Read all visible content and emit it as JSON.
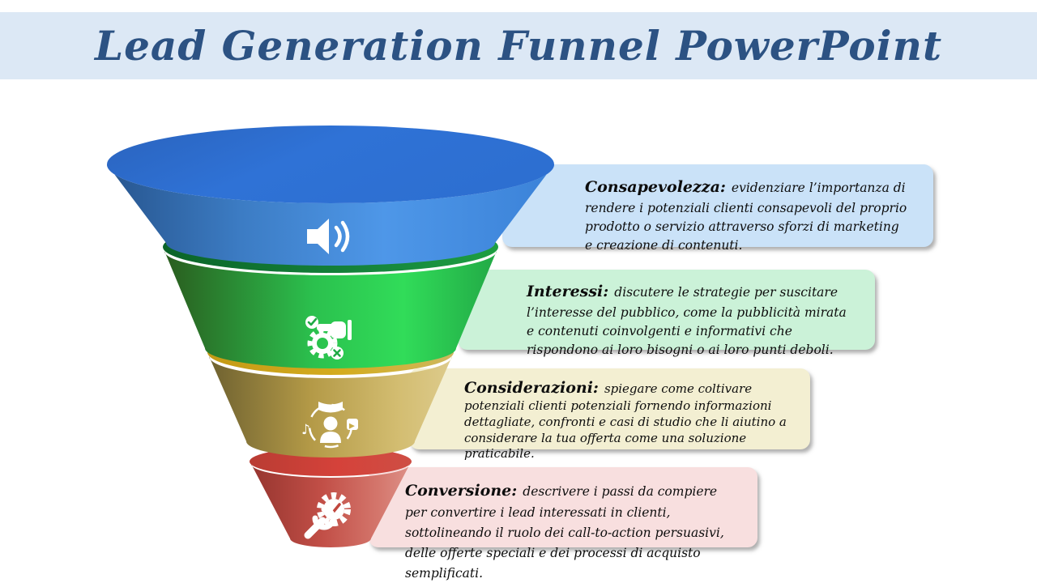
{
  "slide": {
    "title": "Lead Generation Funnel PowerPoint",
    "title_color": "#2c5283",
    "banner_bg": "#dce8f5",
    "background": "#ffffff"
  },
  "funnel": {
    "stages": [
      {
        "name": "awareness",
        "icon": "speaker-icon",
        "main_color": "#3c7cc4",
        "dark_color": "#28568f",
        "light_color": "#4e9ae8"
      },
      {
        "name": "interest",
        "icon": "hand-gear-check-icon",
        "main_color": "#2bbf4d",
        "dark_color": "#1b5e22",
        "light_color": "#32e05b"
      },
      {
        "name": "consideration",
        "icon": "audience-media-icon",
        "main_color": "#b49a47",
        "dark_color": "#6e6130",
        "light_color": "#ddcb8c"
      },
      {
        "name": "conversion",
        "icon": "wrench-gear-icon",
        "main_color": "#c24f47",
        "dark_color": "#96352f",
        "light_color": "#dd9087"
      }
    ]
  },
  "callouts": [
    {
      "heading": "Consapevolezza:",
      "body": "evidenziare l’importanza di rendere i potenziali clienti consapevoli del proprio prodotto o servizio attraverso sforzi di marketing e creazione di contenuti.",
      "bg": "#cae2f8"
    },
    {
      "heading": "Interessi:",
      "body": "discutere le strategie per suscitare l’interesse del pubblico, come la pubblicità mirata e contenuti coinvolgenti e informativi che rispondono ai loro bisogni o ai loro punti deboli.",
      "bg": "#cbf2d8"
    },
    {
      "heading": "Considerazioni:",
      "body": "spiegare come coltivare potenziali clienti potenziali fornendo informazioni dettagliate, confronti e casi di studio che li aiutino a considerare la tua offerta come una soluzione praticabile.",
      "bg": "#f3efd2"
    },
    {
      "heading": "Conversione:",
      "body": "descrivere i passi da compiere per convertire i lead interessati in clienti, sottolineando il ruolo dei call-to-action persuasivi, delle offerte speciali e dei processi di acquisto semplificati.",
      "bg": "#f8dfdf"
    }
  ]
}
